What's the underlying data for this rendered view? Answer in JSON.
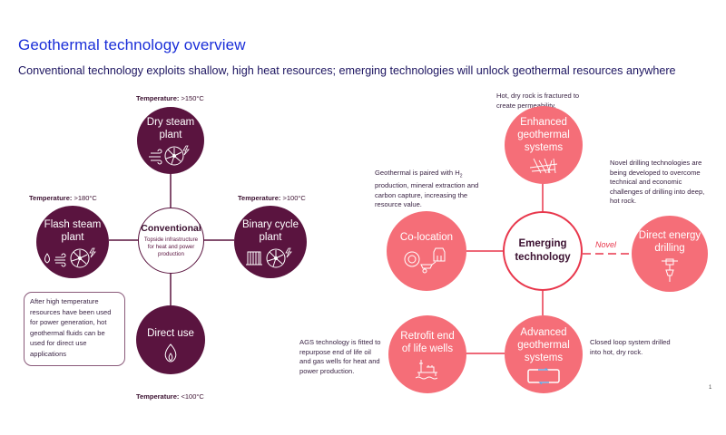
{
  "header": {
    "title": "Geothermal technology overview",
    "subtitle": "Conventional technology exploits shallow, high heat resources; emerging technologies will unlock geothermal resources anywhere"
  },
  "conventional": {
    "hub": {
      "title": "Conventional",
      "description": "Topside infrastructure for heat and power production"
    },
    "nodes": {
      "dry_steam": {
        "label": "Dry steam plant",
        "temp_label": "Temperature:",
        "temp_value": ">150°C",
        "icons": [
          "wind-icon",
          "turbine-icon",
          "lightning-icon"
        ]
      },
      "flash_steam": {
        "label": "Flash steam plant",
        "temp_label": "Temperature:",
        "temp_value": ">180°C",
        "icons": [
          "droplet-icon",
          "wind-icon",
          "turbine-icon",
          "lightning-icon"
        ]
      },
      "binary_cycle": {
        "label": "Binary cycle plant",
        "temp_label": "Temperature:",
        "temp_value": ">100°C",
        "icons": [
          "heat-exchanger-icon",
          "turbine-icon",
          "lightning-icon"
        ]
      },
      "direct_use": {
        "label": "Direct use",
        "temp_label": "Temperature:",
        "temp_value": "<100°C",
        "icons": [
          "flame-icon"
        ]
      }
    },
    "callout": "After high temperature resources have been used for power generation, hot geothermal fluids can be used for direct use applications"
  },
  "emerging": {
    "hub": {
      "title": "Emerging technology"
    },
    "nodes": {
      "enhanced": {
        "label": "Enhanced geothermal systems",
        "note": "Hot, dry rock is fractured to create permeability.",
        "icons": [
          "fracture-icon"
        ]
      },
      "colocation": {
        "label": "Co-location",
        "note_pre": "Geothermal is paired with H",
        "note_sub": "2",
        "note_post": " production, mineral extraction and carbon capture, increasing the resource value.",
        "icons": [
          "hydrogen-icon",
          "mineral-bag-icon",
          "wheelbarrow-icon"
        ]
      },
      "direct_energy": {
        "label": "Direct energy drilling",
        "note": "Novel drilling technologies are being developed to overcome technical and economic challenges of drilling into deep, hot rock.",
        "connector_label": "Novel",
        "icons": [
          "jackhammer-icon"
        ]
      },
      "advanced": {
        "label": "Advanced geothermal systems",
        "note": "Closed loop system drilled into hot, dry rock.",
        "icons": [
          "closed-loop-icon"
        ]
      },
      "retrofit": {
        "label": "Retrofit end of life wells",
        "note": "AGS technology is fitted to repurpose end of life oil and gas wells for heat and power production.",
        "icons": [
          "oil-rig-icon"
        ]
      }
    }
  },
  "colors": {
    "title_blue": "#1a2ed8",
    "subtitle_navy": "#1c1460",
    "conventional_plum": "#5a143f",
    "emerging_coral": "#f56e78",
    "emerging_red_line": "#e8374c"
  },
  "footer": {
    "page_number": "1"
  }
}
